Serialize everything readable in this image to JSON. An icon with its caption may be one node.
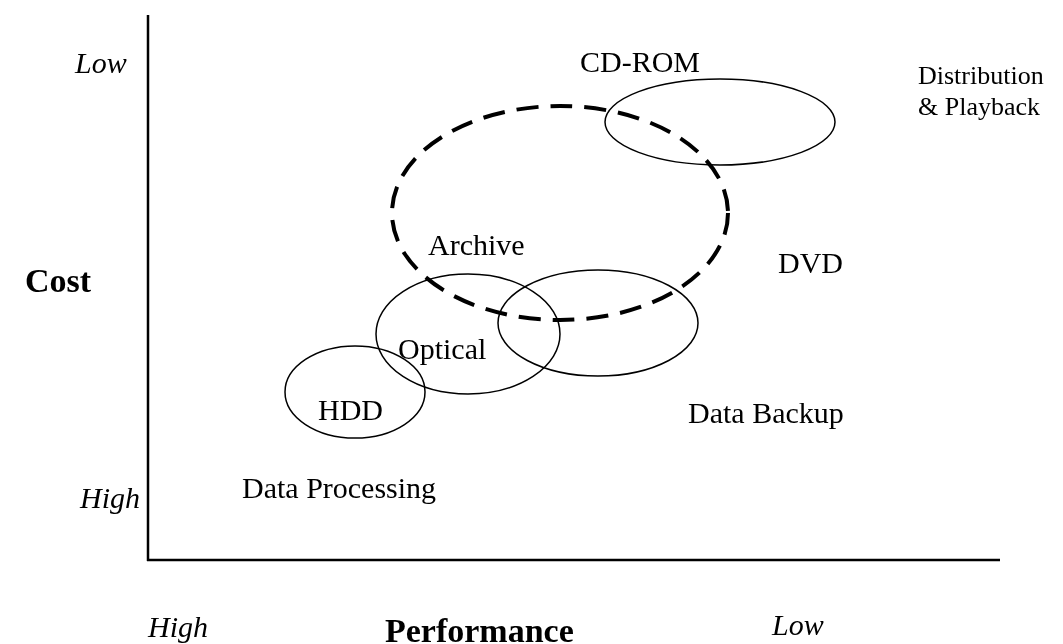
{
  "diagram": {
    "nodes": [
      {
        "text": [
          "CD-ROM"
        ]
      },
      {
        "text": [
          "Archive"
        ]
      },
      {
        "text": [],
        "shape": "ellipse"
      },
      {
        "text": [
          "Optical"
        ]
      },
      {
        "text": [
          "HDD"
        ]
      }
    ],
    "edges": [],
    "labels": [
      "Low",
      "Distribution & Playback",
      "Cost",
      "DVD",
      "Data Backup",
      "Data Processing",
      "High",
      "High",
      "Performance",
      "Low"
    ]
  }
}
